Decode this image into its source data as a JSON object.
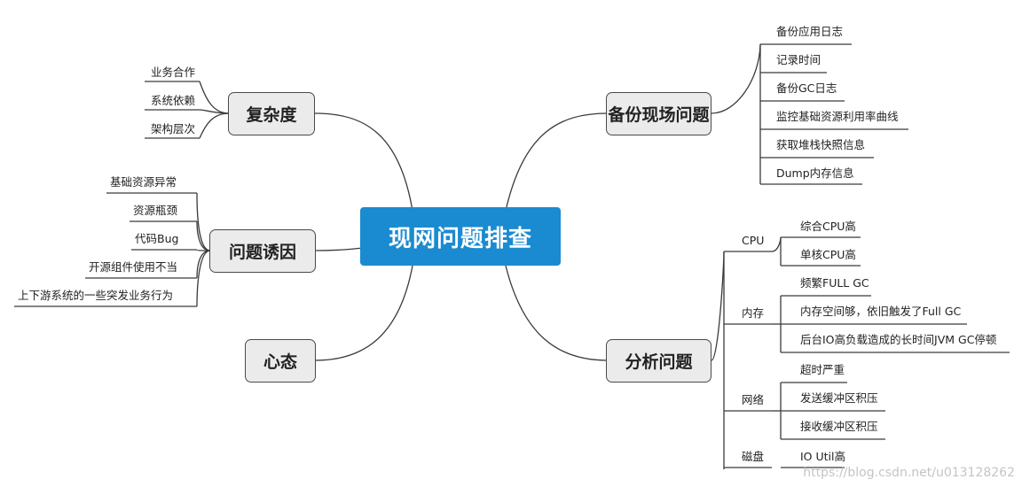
{
  "root": {
    "label": "现网问题排查"
  },
  "branches": {
    "complexity": {
      "label": "复杂度",
      "items": [
        "业务合作",
        "系统依赖",
        "架构层次"
      ]
    },
    "causes": {
      "label": "问题诱因",
      "items": [
        "基础资源异常",
        "资源瓶颈",
        "代码Bug",
        "开源组件使用不当",
        "上下游系统的一些突发业务行为"
      ]
    },
    "mindset": {
      "label": "心态"
    },
    "backup": {
      "label": "备份现场问题",
      "items": [
        "备份应用日志",
        "记录时间",
        "备份GC日志",
        "监控基础资源利用率曲线",
        "获取堆栈快照信息",
        "Dump内存信息"
      ]
    },
    "analysis": {
      "label": "分析问题",
      "groups": [
        {
          "label": "CPU",
          "items": [
            "综合CPU高",
            "单核CPU高"
          ]
        },
        {
          "label": "内存",
          "items": [
            "频繁FULL GC",
            "内存空间够，依旧触发了Full GC",
            "后台IO高负载造成的长时间JVM GC停顿"
          ]
        },
        {
          "label": "网络",
          "items": [
            "超时严重",
            "发送缓冲区积压",
            "接收缓冲区积压"
          ]
        },
        {
          "label": "磁盘",
          "items": [
            "IO Util高"
          ]
        }
      ]
    }
  },
  "watermark": "https://blog.csdn.net/u013128262",
  "colors": {
    "root_bg": "#1a8bd0",
    "node_bg": "#ebebeb",
    "line": "#3a3a3a"
  }
}
